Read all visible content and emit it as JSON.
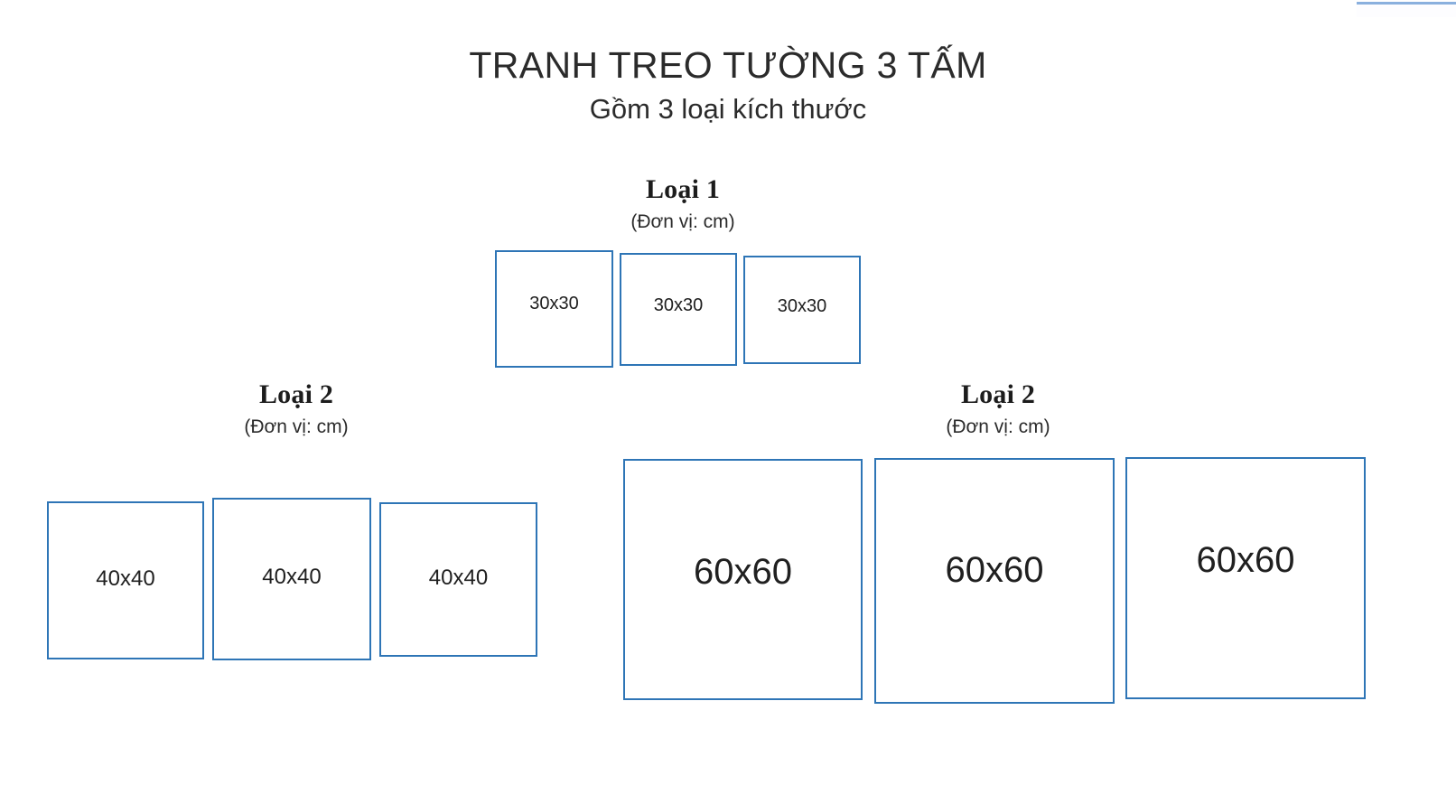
{
  "page": {
    "title": "TRANH TREO TƯỜNG 3 TẤM",
    "subtitle": "Gồm 3 loại kích thước",
    "background_color": "#ffffff",
    "accent_color": "#2e75b6",
    "text_color": "#202020"
  },
  "groups": [
    {
      "id": "loai1",
      "name": "Loại 1",
      "unit_note": "(Đơn vị: cm)",
      "panel_size": "30x30",
      "panels": [
        {
          "label": "30x30"
        },
        {
          "label": "30x30"
        },
        {
          "label": "30x30"
        }
      ]
    },
    {
      "id": "loai2-left",
      "name": "Loại 2",
      "unit_note": "(Đơn vị: cm)",
      "panel_size": "40x40",
      "panels": [
        {
          "label": "40x40"
        },
        {
          "label": "40x40"
        },
        {
          "label": "40x40"
        }
      ]
    },
    {
      "id": "loai2-right",
      "name": "Loại 2",
      "unit_note": "(Đơn vị: cm)",
      "panel_size": "60x60",
      "panels": [
        {
          "label": "60x60"
        },
        {
          "label": "60x60"
        },
        {
          "label": "60x60"
        }
      ]
    }
  ]
}
